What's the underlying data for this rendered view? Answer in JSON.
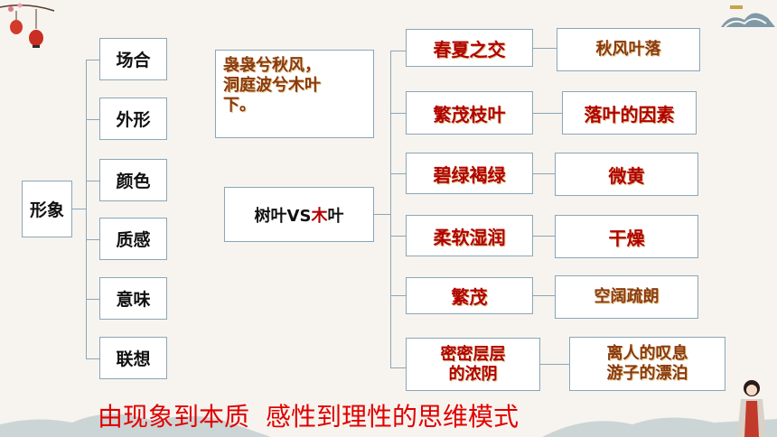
{
  "root": {
    "label": "形象"
  },
  "aspects": [
    {
      "label": "场合"
    },
    {
      "label": "外形"
    },
    {
      "label": "颜色"
    },
    {
      "label": "质感"
    },
    {
      "label": "意味"
    },
    {
      "label": "联想"
    }
  ],
  "poem": {
    "line1": "袅袅兮秋风，",
    "line2": "洞庭波兮木叶",
    "line3": "下。"
  },
  "center": {
    "part1": "树叶VS",
    "part2": "木",
    "part3": "叶"
  },
  "tree_leaf": [
    {
      "label": "春夏之交"
    },
    {
      "label": "繁茂枝叶"
    },
    {
      "label": "碧绿褐绿"
    },
    {
      "label": "柔软湿润"
    },
    {
      "label": "繁茂"
    },
    {
      "label_line1": "密密层层",
      "label_line2": "的浓阴"
    }
  ],
  "wood_leaf": [
    {
      "label": "秋风叶落"
    },
    {
      "label": "落叶的因素"
    },
    {
      "label": "微黄"
    },
    {
      "label": "干燥"
    },
    {
      "label": "空阔疏朗"
    },
    {
      "label_line1": "离人的叹息",
      "label_line2": "游子的漂泊"
    }
  ],
  "footer": {
    "part1": "由现象到本质",
    "part2": "感性到理性的思维模式"
  },
  "colors": {
    "accent_red": "#b30000",
    "footer_red": "#e00000",
    "border": "#8aa6b8"
  }
}
